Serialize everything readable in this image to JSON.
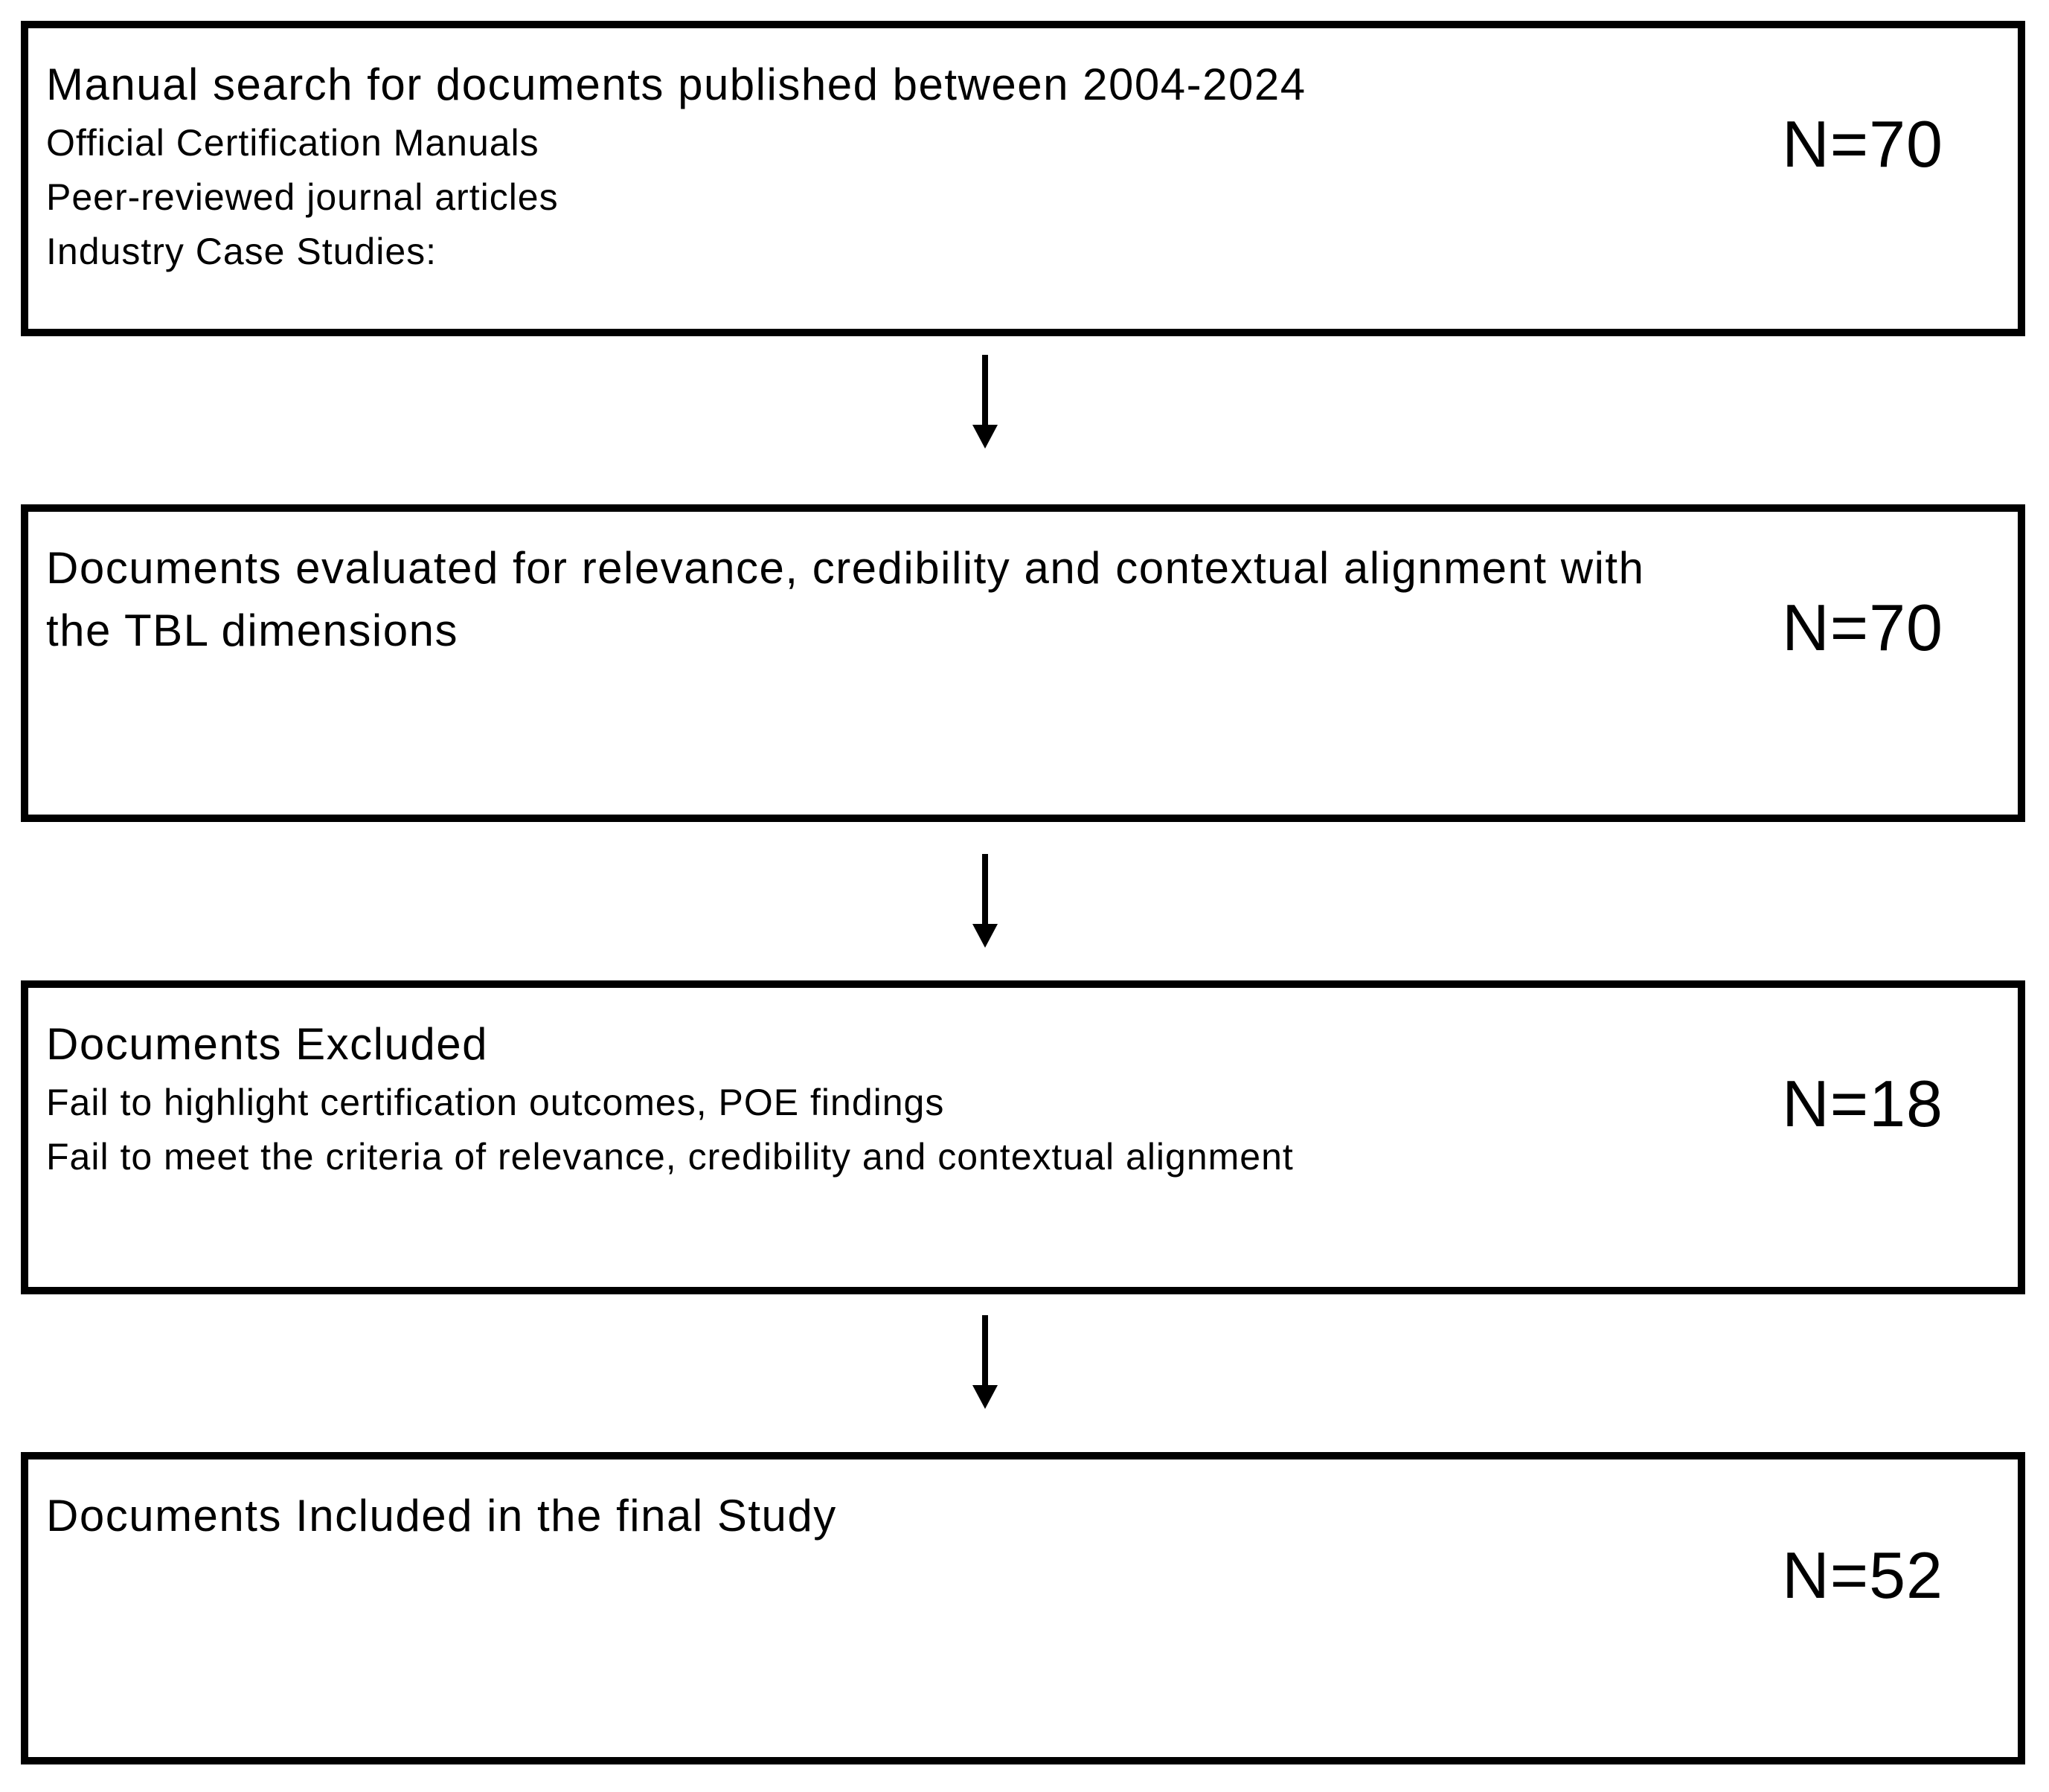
{
  "figure": {
    "type": "flowchart",
    "background_color": "#ffffff",
    "border_color": "#000000",
    "text_color": "#000000",
    "boxes": [
      {
        "title": "Manual search for documents published between 2004-2024",
        "lines": [
          "Official Certification Manuals",
          "Peer-reviewed journal articles",
          "Industry Case Studies:"
        ],
        "count": "N=70"
      },
      {
        "title": "Documents evaluated for relevance, credibility and contextual alignment with the TBL dimensions",
        "lines": [],
        "count": "N=70"
      },
      {
        "title": "Documents Excluded",
        "lines": [
          "Fail to highlight certification outcomes, POE findings",
          "Fail to meet the criteria of relevance, credibility and contextual alignment"
        ],
        "count": "N=18"
      },
      {
        "title": "Documents Included in the final Study",
        "lines": [],
        "count": "N=52"
      }
    ],
    "connectors": [
      {
        "icon": "down-arrow-icon"
      },
      {
        "icon": "down-arrow-icon"
      },
      {
        "icon": "down-arrow-icon"
      }
    ]
  }
}
